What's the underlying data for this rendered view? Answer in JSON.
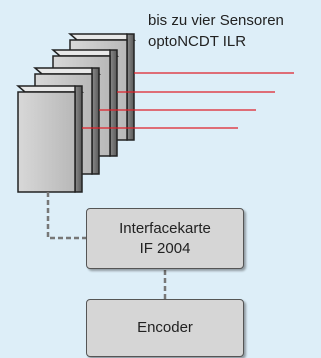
{
  "caption": {
    "line1": "bis zu vier Sensoren",
    "line2": "optoNCDT ILR"
  },
  "interface_card": {
    "line1": "Interfacekarte",
    "line2": "IF 2004"
  },
  "encoder": {
    "label": "Encoder"
  },
  "sensor_count": 4,
  "colors": {
    "background": "#ddeef8",
    "sensor_face": "#d0d0d0",
    "sensor_outline": "#222222",
    "laser": "#e0202a",
    "connector": "#777777",
    "box_fill": "#d6d6d6"
  }
}
